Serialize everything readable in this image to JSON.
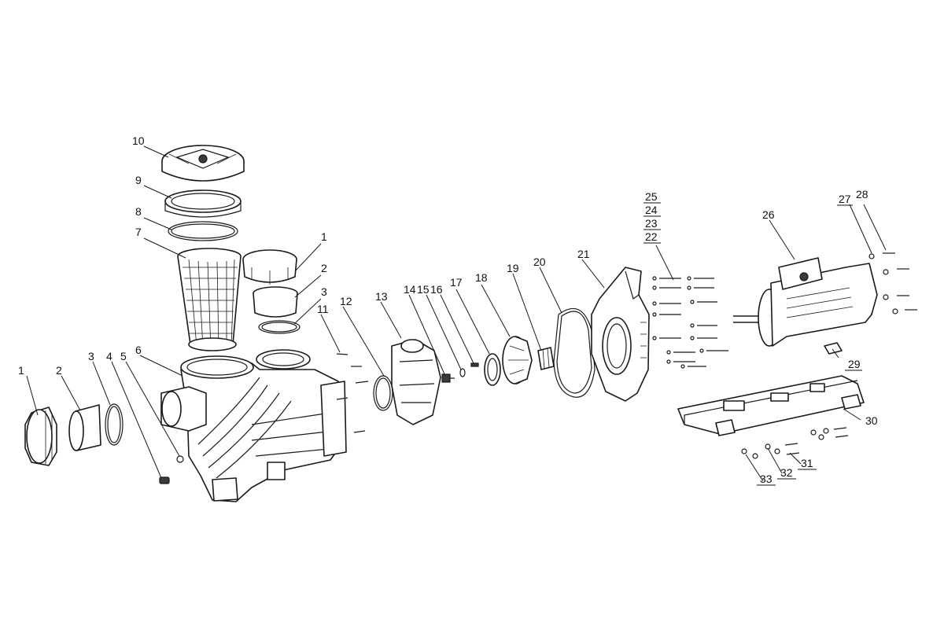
{
  "callouts": {
    "c1a": "1",
    "c2a": "2",
    "c3a": "3",
    "c4": "4",
    "c5": "5",
    "c6": "6",
    "c7": "7",
    "c8": "8",
    "c9": "9",
    "c10": "10",
    "c1b": "1",
    "c2b": "2",
    "c3b": "3",
    "c11": "11",
    "c12": "12",
    "c13": "13",
    "c14": "14",
    "c15": "15",
    "c16": "16",
    "c17": "17",
    "c18": "18",
    "c19": "19",
    "c20": "20",
    "c21": "21",
    "c22": "22",
    "c23": "23",
    "c24": "24",
    "c25": "25",
    "c26": "26",
    "c27": "27",
    "c28": "28",
    "c29": "29",
    "c30": "30",
    "c31": "31",
    "c32": "32",
    "c33": "33"
  },
  "colors": {
    "line": "#1a1a1a",
    "background": "#ffffff"
  }
}
